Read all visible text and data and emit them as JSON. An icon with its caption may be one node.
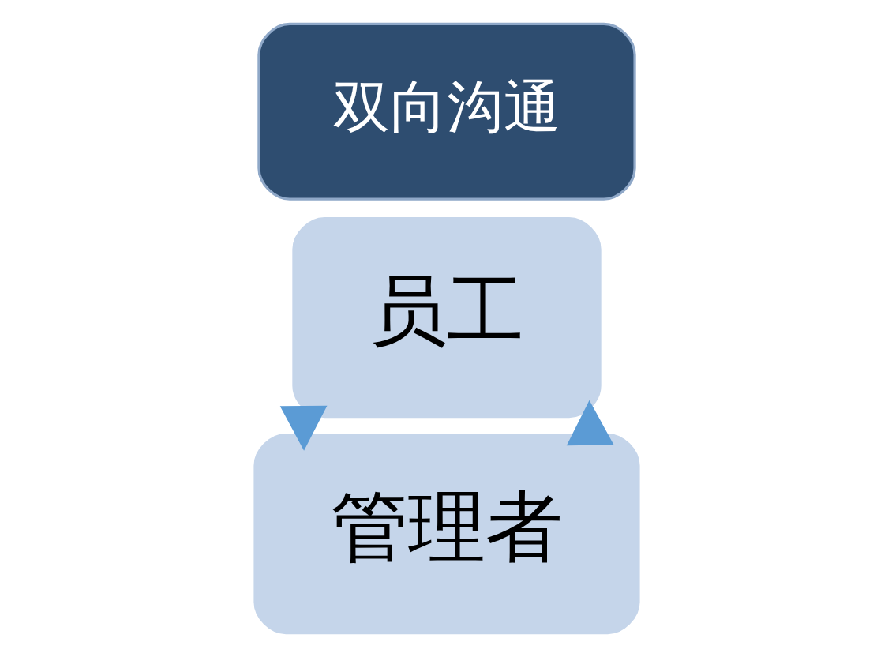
{
  "diagram": {
    "nodes": [
      {
        "text": [
          "管理者"
        ]
      },
      {
        "text": [
          "双向沟通"
        ]
      },
      {
        "text": [
          "员工"
        ]
      }
    ],
    "edges": [
      {
        "from": 0,
        "to": 2,
        "arrow": "to",
        "style": "thick"
      },
      {
        "from": 2,
        "to": 0,
        "arrow": "to",
        "style": "thick"
      }
    ]
  }
}
